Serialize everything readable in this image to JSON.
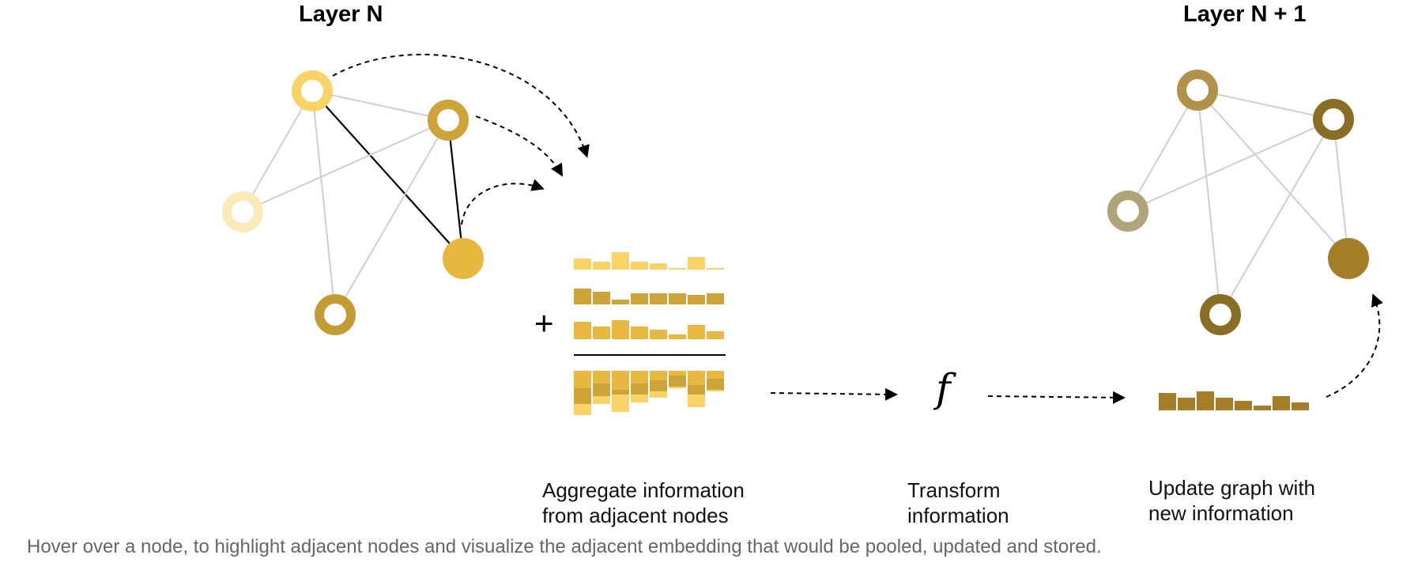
{
  "titles": {
    "layer_n": "Layer N",
    "layer_n_plus_1": "Layer N + 1"
  },
  "steps": {
    "aggregate": "Aggregate information\nfrom adjacent nodes",
    "transform": "Transform\ninformation",
    "update": "Update graph with\nnew information"
  },
  "function_symbol": "f",
  "plus_symbol": "+",
  "caption": "Hover over a node, to highlight adjacent nodes and visualize the adjacent embedding that would be pooled, updated and stored.",
  "graph": {
    "nodes": [
      "A",
      "B",
      "C",
      "D",
      "E"
    ],
    "edges": [
      [
        "A",
        "B"
      ],
      [
        "A",
        "C"
      ],
      [
        "A",
        "D"
      ],
      [
        "A",
        "E"
      ],
      [
        "B",
        "C"
      ],
      [
        "B",
        "D"
      ],
      [
        "B",
        "E"
      ]
    ],
    "selected_node": "D",
    "highlighted_edges": [
      [
        "A",
        "D"
      ],
      [
        "B",
        "D"
      ]
    ],
    "layer_n_colors": {
      "A": "#F8D36A",
      "B": "#CCA43A",
      "C": "#FAEAB8",
      "D": "#E7B73F",
      "E": "#C49C35"
    },
    "layer_n1_colors": {
      "A": "#B0924A",
      "B": "#8A6E26",
      "C": "#B0A47A",
      "D": "#A57E2A",
      "E": "#8A6E26"
    }
  },
  "embeddings": {
    "node_A": {
      "color": "#F8D36A",
      "values": [
        7,
        5,
        11,
        5,
        4,
        1,
        8,
        1
      ]
    },
    "node_B": {
      "color": "#CCA43A",
      "values": [
        10,
        8,
        3,
        7,
        7,
        7,
        6,
        7
      ]
    },
    "node_D": {
      "color": "#E7B73F",
      "values": [
        11,
        8,
        12,
        8,
        6,
        3,
        9,
        5
      ]
    },
    "stack_order": [
      "node_D",
      "node_B",
      "node_A"
    ],
    "output": {
      "color": "#A57E2A",
      "values": [
        11,
        8,
        12,
        8,
        6,
        3,
        9,
        5
      ]
    }
  }
}
